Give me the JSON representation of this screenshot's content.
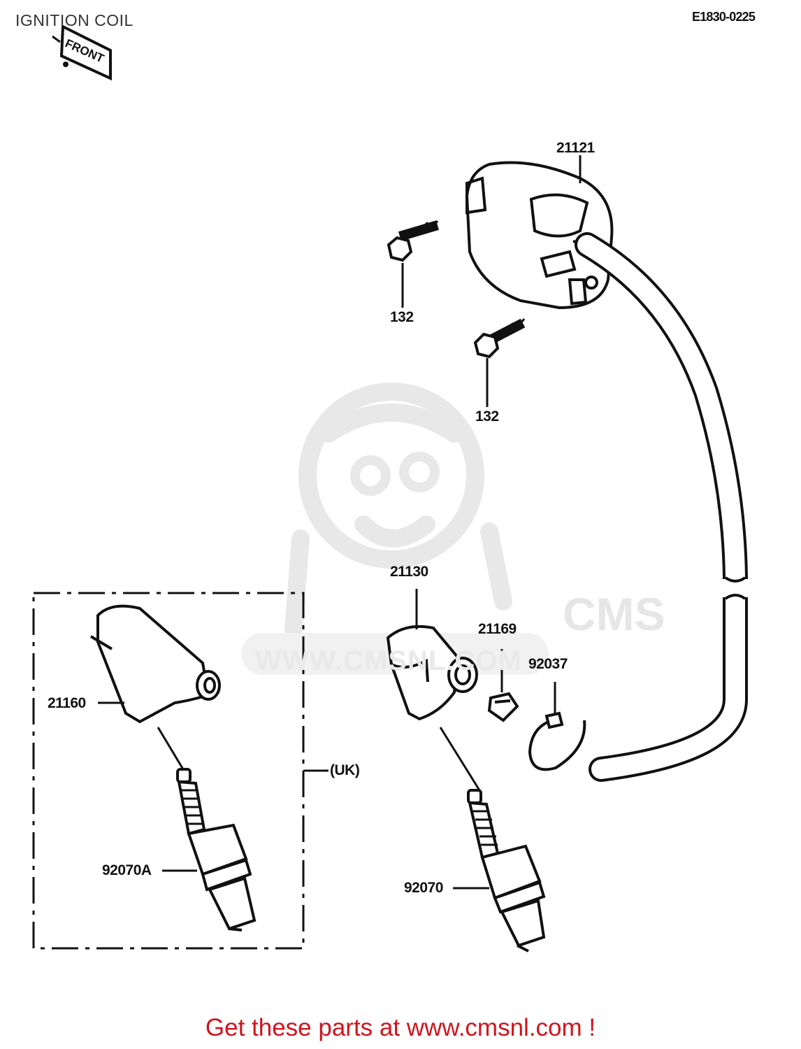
{
  "header": {
    "title": "IGNITION COIL",
    "diagram_code": "E1830-0225",
    "front_tag": "FRONT"
  },
  "watermark": {
    "logo": "CMS",
    "site": "WWW.CMSNL.COM"
  },
  "callouts": {
    "coil": "21121",
    "bolt_upper": "132",
    "bolt_lower": "132",
    "cap": "21130",
    "clamp": "21169",
    "band": "92037",
    "cap_uk": "21160",
    "plug_uk": "92070A",
    "plug": "92070",
    "uk_region": "(UK)"
  },
  "footer": {
    "cta": "Get these parts at www.cmsnl.com !"
  },
  "colors": {
    "ink": "#111111",
    "cta": "#d0141c",
    "watermark": "#e6e6e6"
  }
}
